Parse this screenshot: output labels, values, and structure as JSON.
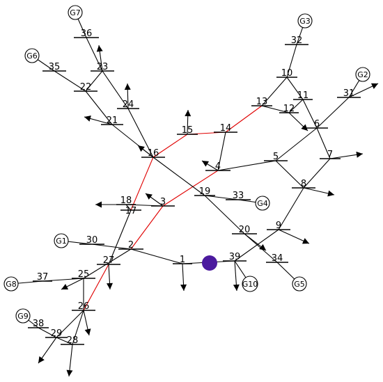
{
  "buses": [
    {
      "id": "1",
      "label": "1"
    },
    {
      "id": "2",
      "label": "2"
    },
    {
      "id": "3",
      "label": "3"
    },
    {
      "id": "4",
      "label": "4"
    },
    {
      "id": "5",
      "label": "5"
    },
    {
      "id": "6",
      "label": "6"
    },
    {
      "id": "7",
      "label": "7"
    },
    {
      "id": "8",
      "label": "8"
    },
    {
      "id": "9",
      "label": "9"
    },
    {
      "id": "10",
      "label": "10"
    },
    {
      "id": "11",
      "label": "11"
    },
    {
      "id": "12",
      "label": "12"
    },
    {
      "id": "13",
      "label": "13"
    },
    {
      "id": "14",
      "label": "14"
    },
    {
      "id": "15",
      "label": "15"
    },
    {
      "id": "16",
      "label": "16"
    },
    {
      "id": "17",
      "label": "17"
    },
    {
      "id": "18",
      "label": "18"
    },
    {
      "id": "19",
      "label": "19"
    },
    {
      "id": "20",
      "label": "20"
    },
    {
      "id": "21",
      "label": "21"
    },
    {
      "id": "22",
      "label": "22"
    },
    {
      "id": "23",
      "label": "23"
    },
    {
      "id": "24",
      "label": "24"
    },
    {
      "id": "25",
      "label": "25"
    },
    {
      "id": "26",
      "label": "26"
    },
    {
      "id": "27",
      "label": "27"
    },
    {
      "id": "28",
      "label": "28"
    },
    {
      "id": "29",
      "label": "29"
    },
    {
      "id": "30",
      "label": "30"
    },
    {
      "id": "31",
      "label": "31"
    },
    {
      "id": "32",
      "label": "32"
    },
    {
      "id": "33",
      "label": "33"
    },
    {
      "id": "34",
      "label": "34"
    },
    {
      "id": "35",
      "label": "35"
    },
    {
      "id": "36",
      "label": "36"
    },
    {
      "id": "37",
      "label": "37"
    },
    {
      "id": "38",
      "label": "38"
    },
    {
      "id": "39",
      "label": "39"
    }
  ],
  "generators": [
    {
      "id": "G1",
      "label": "G1",
      "bus": "30"
    },
    {
      "id": "G2",
      "label": "G2",
      "bus": "31"
    },
    {
      "id": "G3",
      "label": "G3",
      "bus": "32"
    },
    {
      "id": "G4",
      "label": "G4",
      "bus": "33"
    },
    {
      "id": "G5",
      "label": "G5",
      "bus": "34"
    },
    {
      "id": "G6",
      "label": "G6",
      "bus": "35"
    },
    {
      "id": "G7",
      "label": "G7",
      "bus": "36"
    },
    {
      "id": "G8",
      "label": "G8",
      "bus": "37"
    },
    {
      "id": "G9",
      "label": "G9",
      "bus": "38"
    },
    {
      "id": "G10",
      "label": "G10",
      "bus": "39"
    }
  ],
  "branches": [
    {
      "from": "1",
      "to": "2",
      "highlighted": false
    },
    {
      "from": "1",
      "to": "39",
      "highlighted": false
    },
    {
      "from": "2",
      "to": "3",
      "highlighted": true
    },
    {
      "from": "2",
      "to": "25",
      "highlighted": false
    },
    {
      "from": "2",
      "to": "30",
      "highlighted": false
    },
    {
      "from": "3",
      "to": "4",
      "highlighted": true
    },
    {
      "from": "3",
      "to": "18",
      "highlighted": false
    },
    {
      "from": "4",
      "to": "5",
      "highlighted": false
    },
    {
      "from": "4",
      "to": "14",
      "highlighted": false
    },
    {
      "from": "5",
      "to": "6",
      "highlighted": false
    },
    {
      "from": "5",
      "to": "8",
      "highlighted": false
    },
    {
      "from": "6",
      "to": "7",
      "highlighted": false
    },
    {
      "from": "6",
      "to": "11",
      "highlighted": false
    },
    {
      "from": "6",
      "to": "31",
      "highlighted": false
    },
    {
      "from": "7",
      "to": "8",
      "highlighted": false
    },
    {
      "from": "8",
      "to": "9",
      "highlighted": false
    },
    {
      "from": "9",
      "to": "39",
      "highlighted": false
    },
    {
      "from": "10",
      "to": "11",
      "highlighted": false
    },
    {
      "from": "10",
      "to": "13",
      "highlighted": false
    },
    {
      "from": "10",
      "to": "32",
      "highlighted": false
    },
    {
      "from": "12",
      "to": "11",
      "highlighted": false
    },
    {
      "from": "12",
      "to": "13",
      "highlighted": false
    },
    {
      "from": "13",
      "to": "14",
      "highlighted": true
    },
    {
      "from": "14",
      "to": "15",
      "highlighted": true
    },
    {
      "from": "15",
      "to": "16",
      "highlighted": true
    },
    {
      "from": "16",
      "to": "17",
      "highlighted": true
    },
    {
      "from": "16",
      "to": "19",
      "highlighted": false
    },
    {
      "from": "16",
      "to": "21",
      "highlighted": false
    },
    {
      "from": "16",
      "to": "24",
      "highlighted": false
    },
    {
      "from": "17",
      "to": "18",
      "highlighted": false
    },
    {
      "from": "17",
      "to": "27",
      "highlighted": false
    },
    {
      "from": "19",
      "to": "20",
      "highlighted": false
    },
    {
      "from": "19",
      "to": "33",
      "highlighted": false
    },
    {
      "from": "20",
      "to": "34",
      "highlighted": false
    },
    {
      "from": "21",
      "to": "22",
      "highlighted": false
    },
    {
      "from": "22",
      "to": "23",
      "highlighted": false
    },
    {
      "from": "22",
      "to": "35",
      "highlighted": false
    },
    {
      "from": "23",
      "to": "24",
      "highlighted": false
    },
    {
      "from": "23",
      "to": "36",
      "highlighted": false
    },
    {
      "from": "25",
      "to": "26",
      "highlighted": false
    },
    {
      "from": "25",
      "to": "37",
      "highlighted": false
    },
    {
      "from": "26",
      "to": "27",
      "highlighted": true
    },
    {
      "from": "26",
      "to": "28",
      "highlighted": false
    },
    {
      "from": "26",
      "to": "29",
      "highlighted": false
    },
    {
      "from": "28",
      "to": "29",
      "highlighted": false
    },
    {
      "from": "29",
      "to": "38",
      "highlighted": false
    }
  ],
  "loads": [
    "3",
    "4",
    "7",
    "8",
    "12",
    "15",
    "16",
    "18",
    "20",
    "21",
    "23",
    "24",
    "25",
    "26",
    "27",
    "28",
    "29",
    "31",
    "39"
  ],
  "marker": {
    "bus": "1",
    "color": "#4b1a9e"
  },
  "colors": {
    "line": "#000000",
    "highlight": "#e00000",
    "background": "#ffffff"
  }
}
